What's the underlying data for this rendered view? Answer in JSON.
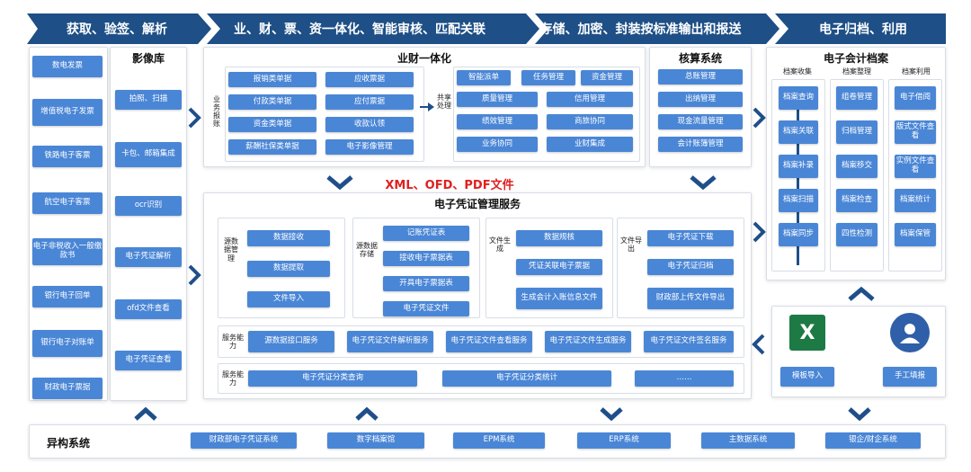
{
  "header": {
    "s1": "获取、验签、解析",
    "s2": "业、财、票、资一体化、智能审核、匹配关联",
    "s3": "存储、加密、封装按标准输出和报送",
    "s4": "电子归档、利用"
  },
  "left_items": [
    "数电发票",
    "增值税电子发票",
    "铁路电子客票",
    "航空电子客票",
    "电子非税收入一般缴款书",
    "银行电子回单",
    "银行电子对账单",
    "财政电子票据"
  ],
  "imagelib": {
    "title": "影像库",
    "items": [
      "拍照、扫描",
      "卡包、邮箱集成",
      "ocr识别",
      "电子凭证解析",
      "ofd文件查看",
      "电子凭证查看"
    ]
  },
  "ycy": {
    "title": "业财一体化",
    "biz_label": "业务报账",
    "biz": [
      "报销类单据",
      "应收票据",
      "付款类单据",
      "应付票据",
      "资金类单据",
      "收款认领",
      "薪酬社保类单据",
      "电子影像管理"
    ],
    "share_label": "共享处理",
    "share": [
      "智能派单",
      "任务管理",
      "资金管理",
      "质量管理",
      "信用管理",
      "绩效管理",
      "商旅协同",
      "业务协同",
      "业财集成"
    ]
  },
  "hesuan": {
    "title": "核算系统",
    "items": [
      "总账管理",
      "出纳管理",
      "现金流量管理",
      "会计账簿管理"
    ]
  },
  "archive": {
    "title": "电子会计档案",
    "cols": [
      {
        "head": "档案收集",
        "items": [
          "档案查询",
          "档案关联",
          "档案补录",
          "档案扫描",
          "档案同步"
        ]
      },
      {
        "head": "档案整理",
        "items": [
          "组卷管理",
          "归档管理",
          "档案移交",
          "档案检查",
          "四性检测"
        ]
      },
      {
        "head": "档案利用",
        "items": [
          "电子借阅",
          "版式文件查看",
          "实例文件查看",
          "档案统计",
          "档案保管"
        ]
      }
    ]
  },
  "formats": "XML、OFD、PDF文件",
  "ev": {
    "title": "电子凭证管理服务",
    "g1": {
      "label": "源数据管理",
      "items": [
        "数据接收",
        "数据提取",
        "文件导入"
      ]
    },
    "g2": {
      "label": "源数据存储",
      "items": [
        "记账凭证表",
        "接收电子票据表",
        "开具电子票据表",
        "电子凭证文件"
      ]
    },
    "g3": {
      "label": "文件生成",
      "items": [
        "数据规核",
        "凭证关联电子票据",
        "生成会计入账信息文件"
      ]
    },
    "g4": {
      "label": "文件导出",
      "items": [
        "电子凭证下载",
        "电子凭证归档",
        "财政部上传文件导出"
      ]
    },
    "svc1": {
      "label": "服务能力",
      "items": [
        "源数据接口服务",
        "电子凭证文件解析服务",
        "电子凭证文件查看服务",
        "电子凭证文件生成服务",
        "电子凭证文件签名服务"
      ]
    },
    "svc2": {
      "label": "服务能力",
      "items": [
        "电子凭证分类查询",
        "电子凭证分类统计",
        "……"
      ]
    }
  },
  "manual": {
    "template": "模板导入",
    "manual": "手工填报",
    "excel_letter": "X"
  },
  "bottom": {
    "title": "异构系统",
    "items": [
      "财政部电子凭证系统",
      "数字档案馆",
      "EPM系统",
      "ERP系统",
      "主数据系统",
      "银企/财企系统"
    ]
  }
}
